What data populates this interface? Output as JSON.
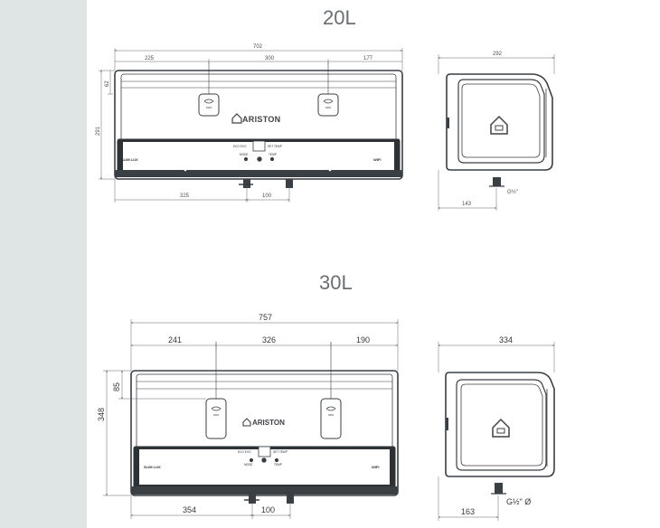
{
  "diagram_20l": {
    "title": "20L",
    "dims": {
      "overall_width": "702",
      "left_seg": "225",
      "mid_seg": "300",
      "right_seg": "177",
      "top_offset": "62",
      "height": "291",
      "inlet_offset": "325",
      "pipe_spacing": "100",
      "depth": "292",
      "side_inlet_offset": "143",
      "thread": "G½\""
    },
    "labels": {
      "brand": "ARISTON",
      "model": "SLIM LUX",
      "badge": "WIFI",
      "ctrl_left": "ECO EVO",
      "ctrl_right": "SET TEMP",
      "btn_left": "MODE",
      "btn_right": "TEMP"
    }
  },
  "diagram_30l": {
    "title": "30L",
    "dims": {
      "overall_width": "757",
      "left_seg": "241",
      "mid_seg": "326",
      "right_seg": "190",
      "top_offset": "85",
      "height": "348",
      "inlet_offset": "354",
      "pipe_spacing": "100",
      "depth": "334",
      "side_inlet_offset": "163",
      "thread": "G½\" Ø"
    },
    "labels": {
      "brand": "ARISTON",
      "model": "SLIM LUX",
      "badge": "WIFI",
      "ctrl_left": "ECO EVO",
      "ctrl_right": "SET TEMP",
      "btn_left": "MODE",
      "btn_right": "TEMP"
    }
  },
  "colors": {
    "background": "#dfe4e5",
    "panel": "#ffffff",
    "line": "#3a3f44"
  }
}
